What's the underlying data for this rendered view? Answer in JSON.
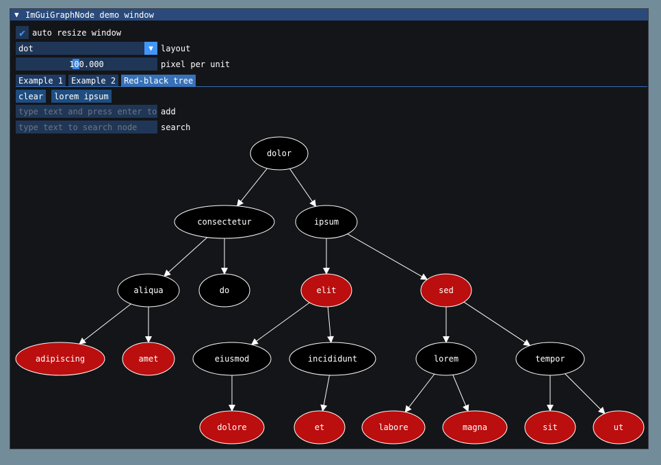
{
  "window": {
    "title": "ImGuiGraphNode demo window"
  },
  "controls": {
    "auto_resize_label": "auto resize window",
    "auto_resize_checked": true,
    "layout_value": "dot",
    "layout_label": "layout",
    "ppu_value": "100.000",
    "ppu_label": "pixel per unit"
  },
  "tabs": [
    "Example 1",
    "Example 2",
    "Red-black tree"
  ],
  "active_tab": 2,
  "buttons": {
    "clear": "clear",
    "lorem": "lorem ipsum"
  },
  "add_input": {
    "placeholder": "type text and press enter to",
    "label": "add"
  },
  "search_input": {
    "placeholder": "type text to search node",
    "label": "search"
  },
  "colors": {
    "red_node": "#bb0e0e",
    "black_node": "#000000",
    "edge": "#ffffff"
  },
  "graph": {
    "nodes": [
      {
        "id": "dolor",
        "color": "black"
      },
      {
        "id": "consectetur",
        "color": "black"
      },
      {
        "id": "ipsum",
        "color": "black"
      },
      {
        "id": "aliqua",
        "color": "black"
      },
      {
        "id": "do",
        "color": "black"
      },
      {
        "id": "elit",
        "color": "red"
      },
      {
        "id": "sed",
        "color": "red"
      },
      {
        "id": "adipiscing",
        "color": "red"
      },
      {
        "id": "amet",
        "color": "red"
      },
      {
        "id": "eiusmod",
        "color": "black"
      },
      {
        "id": "incididunt",
        "color": "black"
      },
      {
        "id": "lorem",
        "color": "black"
      },
      {
        "id": "tempor",
        "color": "black"
      },
      {
        "id": "dolore",
        "color": "red"
      },
      {
        "id": "et",
        "color": "red"
      },
      {
        "id": "labore",
        "color": "red"
      },
      {
        "id": "magna",
        "color": "red"
      },
      {
        "id": "sit",
        "color": "red"
      },
      {
        "id": "ut",
        "color": "red"
      }
    ],
    "edges": [
      [
        "dolor",
        "consectetur"
      ],
      [
        "dolor",
        "ipsum"
      ],
      [
        "consectetur",
        "aliqua"
      ],
      [
        "consectetur",
        "do"
      ],
      [
        "ipsum",
        "elit"
      ],
      [
        "ipsum",
        "sed"
      ],
      [
        "aliqua",
        "adipiscing"
      ],
      [
        "aliqua",
        "amet"
      ],
      [
        "elit",
        "eiusmod"
      ],
      [
        "elit",
        "incididunt"
      ],
      [
        "sed",
        "lorem"
      ],
      [
        "sed",
        "tempor"
      ],
      [
        "eiusmod",
        "dolore"
      ],
      [
        "incididunt",
        "et"
      ],
      [
        "lorem",
        "labore"
      ],
      [
        "lorem",
        "magna"
      ],
      [
        "tempor",
        "sit"
      ],
      [
        "tempor",
        "ut"
      ]
    ]
  }
}
